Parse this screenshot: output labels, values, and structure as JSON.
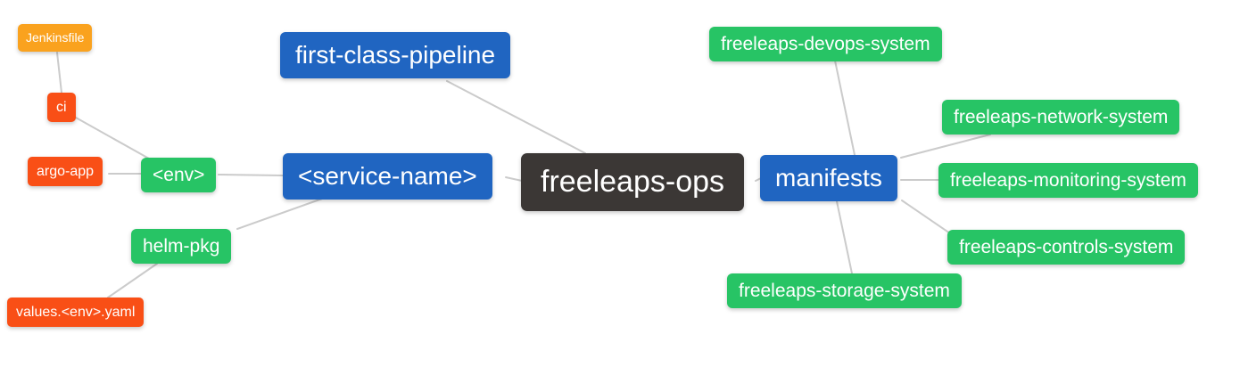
{
  "diagram": {
    "type": "mindmap",
    "root": "freeleaps-ops"
  },
  "nodes": [
    {
      "id": "freeleaps-ops",
      "label": "freeleaps-ops",
      "depth": 0,
      "color": "#3b3735"
    },
    {
      "id": "first-class-pipeline",
      "label": "first-class-pipeline",
      "depth": 1,
      "color": "#2065c1"
    },
    {
      "id": "service-name",
      "label": "<service-name>",
      "depth": 1,
      "color": "#2065c1"
    },
    {
      "id": "manifests",
      "label": "manifests",
      "depth": 1,
      "color": "#2065c1"
    },
    {
      "id": "env",
      "label": "<env>",
      "depth": 2,
      "color": "#27c465"
    },
    {
      "id": "helm-pkg",
      "label": "helm-pkg",
      "depth": 2,
      "color": "#27c465"
    },
    {
      "id": "freeleaps-devops-system",
      "label": "freeleaps-devops-system",
      "depth": 2,
      "color": "#27c465"
    },
    {
      "id": "freeleaps-network-system",
      "label": "freeleaps-network-system",
      "depth": 2,
      "color": "#27c465"
    },
    {
      "id": "freeleaps-monitoring-system",
      "label": "freeleaps-monitoring-system",
      "depth": 2,
      "color": "#27c465"
    },
    {
      "id": "freeleaps-controls-system",
      "label": "freeleaps-controls-system",
      "depth": 2,
      "color": "#27c465"
    },
    {
      "id": "freeleaps-storage-system",
      "label": "freeleaps-storage-system",
      "depth": 2,
      "color": "#27c465"
    },
    {
      "id": "ci",
      "label": "ci",
      "depth": 3,
      "color": "#f94f16"
    },
    {
      "id": "argo-app",
      "label": "argo-app",
      "depth": 3,
      "color": "#f94f16"
    },
    {
      "id": "values-env-yaml",
      "label": "values.<env>.yaml",
      "depth": 3,
      "color": "#f94f16"
    },
    {
      "id": "jenkinsfile",
      "label": "Jenkinsfile",
      "depth": 4,
      "color": "#faa21e"
    }
  ],
  "edges": [
    {
      "from": "Jenkinsfile",
      "to": "ci"
    },
    {
      "from": "ci",
      "to": "<env>"
    },
    {
      "from": "argo-app",
      "to": "<env>"
    },
    {
      "from": "<env>",
      "to": "<service-name>"
    },
    {
      "from": "helm-pkg",
      "to": "<service-name>"
    },
    {
      "from": "values.<env>.yaml",
      "to": "helm-pkg"
    },
    {
      "from": "<service-name>",
      "to": "freeleaps-ops"
    },
    {
      "from": "first-class-pipeline",
      "to": "freeleaps-ops"
    },
    {
      "from": "freeleaps-ops",
      "to": "manifests"
    },
    {
      "from": "manifests",
      "to": "freeleaps-devops-system"
    },
    {
      "from": "manifests",
      "to": "freeleaps-network-system"
    },
    {
      "from": "manifests",
      "to": "freeleaps-monitoring-system"
    },
    {
      "from": "manifests",
      "to": "freeleaps-controls-system"
    },
    {
      "from": "manifests",
      "to": "freeleaps-storage-system"
    }
  ],
  "colors": {
    "root_node": "#3b3735",
    "level1_node": "#2065c1",
    "level2_node": "#27c465",
    "level3_node": "#f94f16",
    "level4_node": "#faa21e",
    "edge": "#cbcbcb",
    "node_text": "#ffffff",
    "background": "#ffffff"
  }
}
